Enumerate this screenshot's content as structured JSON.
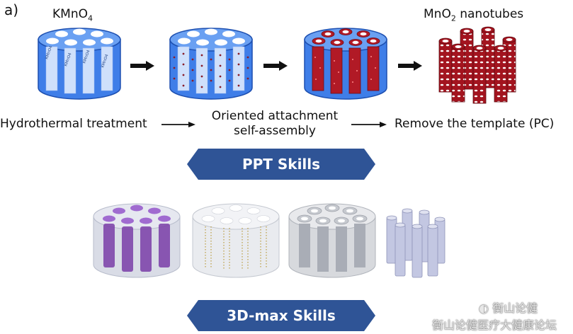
{
  "panel_label": "a)",
  "top_labels": {
    "reagent": "KMnO",
    "reagent_sub": "4",
    "product_prefix": "MnO",
    "product_sub": "2",
    "product_suffix": " nanotubes"
  },
  "cylinder_text": "KMnO4",
  "steps": [
    {
      "label": "Hydrothermal treatment"
    },
    {
      "label_line1": "Oriented attachment",
      "label_line2": "self-assembly"
    },
    {
      "label": "Remove the template (PC)"
    }
  ],
  "banners": {
    "ppt": "PPT Skills",
    "max": "3D-max Skills"
  },
  "watermark": {
    "account": "衡山论健",
    "site": "衡山论健医疗大健康论坛"
  },
  "colors": {
    "blue": "#3f7ee8",
    "dark_red": "#a3141f",
    "banner": "#2f5496"
  }
}
